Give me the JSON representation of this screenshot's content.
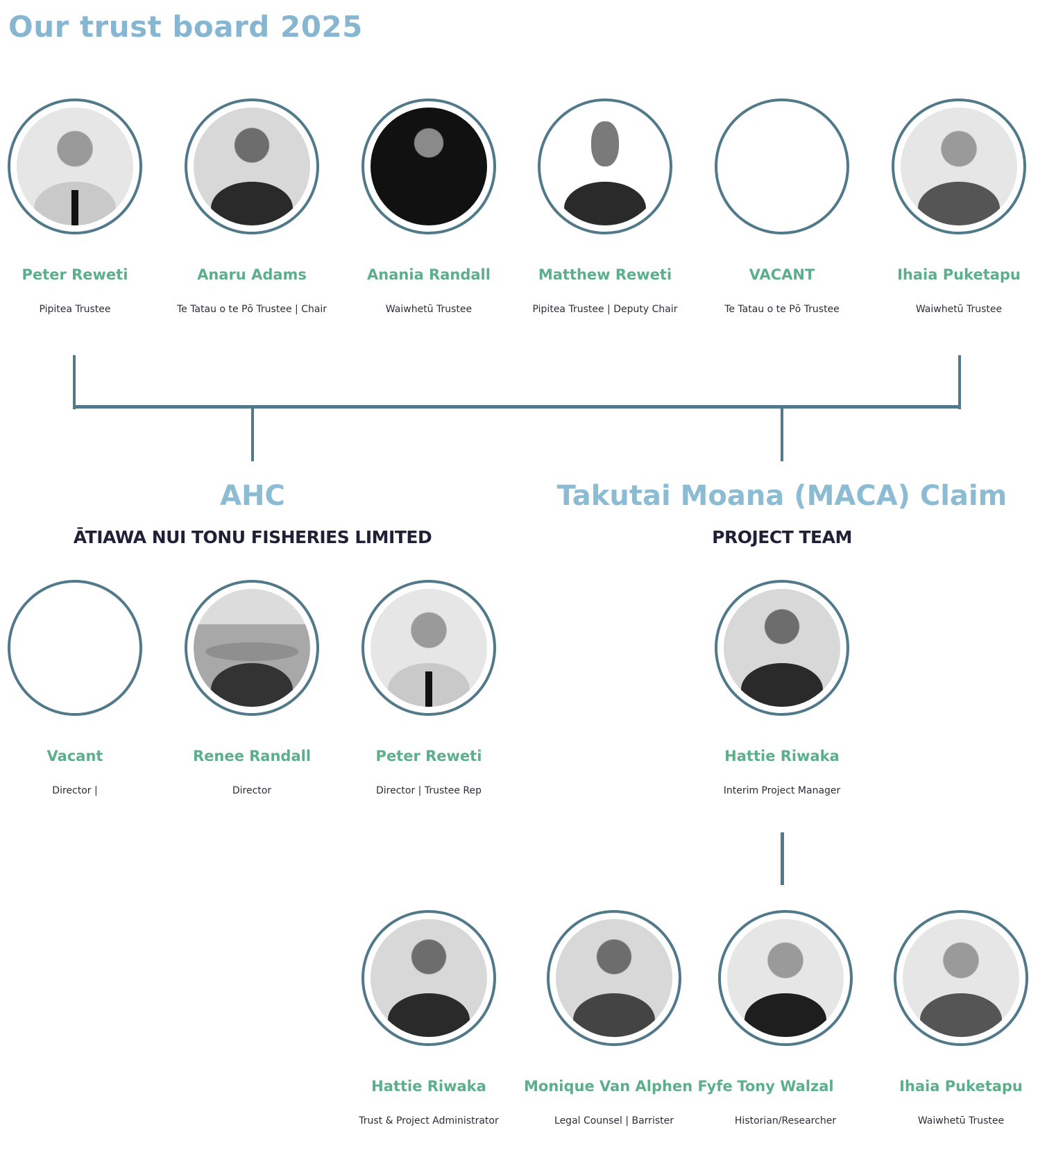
{
  "page_title": "Our trust board 2025",
  "board": [
    {
      "name": "Peter Reweti",
      "role": "Pipitea Trustee",
      "photo": "photo-man-shirt-tie"
    },
    {
      "name": "Anaru Adams",
      "role": "Te Tatau o te Pō Trustee | Chair",
      "photo": "photo-young-man"
    },
    {
      "name": "Anania Randall",
      "role": "Waiwhetū Trustee",
      "photo": "photo-man-black-background"
    },
    {
      "name": "Matthew Reweti",
      "role": "Pipitea Trustee | Deputy Chair",
      "photo": "photo-man-suit"
    },
    {
      "name": "VACANT",
      "role": "Te Tatau o te Pō Trustee",
      "photo": null
    },
    {
      "name": "Ihaia Puketapu",
      "role": "Waiwhetū Trustee",
      "photo": "photo-man-checked-shirt"
    }
  ],
  "sections": {
    "ahc": {
      "title": "AHC",
      "subtitle": "ĀTIAWA NUI TONU FISHERIES LIMITED",
      "members": [
        {
          "name": "Vacant",
          "role": "Director |",
          "photo": null
        },
        {
          "name": "Renee Randall",
          "role": "Director",
          "photo": "photo-man-holding-fish"
        },
        {
          "name": "Peter Reweti",
          "role": "Director | Trustee Rep",
          "photo": "photo-man-shirt-tie"
        }
      ]
    },
    "maca": {
      "title": "Takutai Moana (MACA) Claim",
      "subtitle": "PROJECT TEAM",
      "lead": {
        "name": "Hattie Riwaka",
        "role": "Interim Project Manager",
        "photo": "photo-woman-glasses"
      },
      "team": [
        {
          "name": "Hattie Riwaka",
          "role": "Trust & Project Administrator",
          "photo": "photo-woman-glasses"
        },
        {
          "name": "Monique Van Alphen Fyfe",
          "role": "Legal Counsel | Barrister",
          "photo": "photo-woman-smiling-glasses"
        },
        {
          "name": "Tony Walzal",
          "role": "Historian/Researcher",
          "photo": "photo-man-beard"
        },
        {
          "name": "Ihaia Puketapu",
          "role": "Waiwhetū Trustee",
          "photo": "photo-man-checked-shirt"
        }
      ]
    }
  },
  "colors": {
    "title": "#86b6d1",
    "name": "#5caf8a",
    "ring": "#51798a",
    "subtitle": "#1f2236"
  }
}
